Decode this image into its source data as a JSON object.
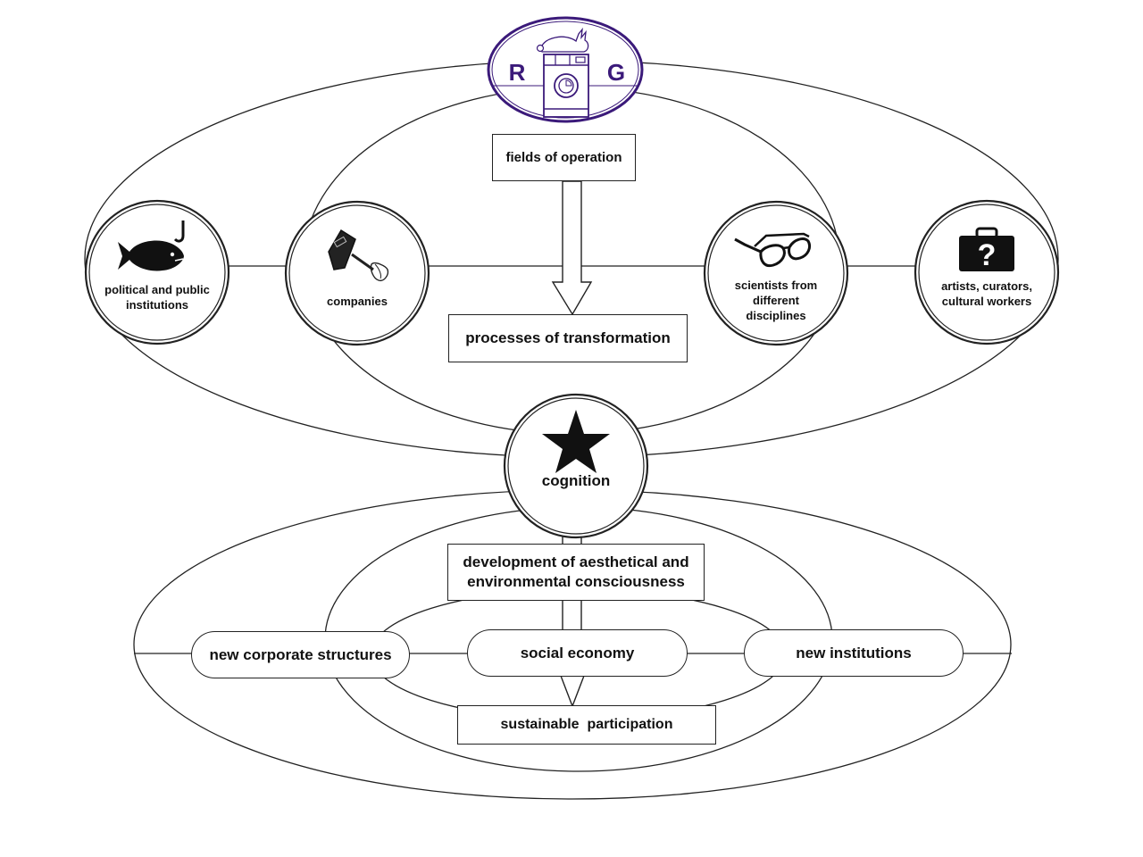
{
  "logo": {
    "left_letter": "R",
    "right_letter": "G",
    "icon": "rabbit-on-washing-machine-icon",
    "color": "#3b1a7a"
  },
  "top_flow": {
    "fields_of_operation": "fields of operation",
    "processes_of_transformation": "processes of transformation"
  },
  "actors": [
    {
      "label_line1": "political and public",
      "label_line2": "institutions",
      "icon": "fish-hook-icon"
    },
    {
      "label_line1": "companies",
      "label_line2": "",
      "icon": "hand-mixer-icon"
    },
    {
      "label_line1": "scientists from",
      "label_line2": "different",
      "label_line3": "disciplines",
      "icon": "glasses-icon"
    },
    {
      "label_line1": "artists, curators,",
      "label_line2": "cultural workers",
      "icon": "briefcase-question-icon"
    }
  ],
  "center": {
    "label": "cognition",
    "icon": "star-icon"
  },
  "bottom_flow": {
    "development_line1": "development of aesthetical and",
    "development_line2": "environmental consciousness",
    "sustainable_participation": "sustainable  participation"
  },
  "outcomes": [
    {
      "label": "new corporate structures"
    },
    {
      "label": "social economy"
    },
    {
      "label": "new institutions"
    }
  ],
  "colors": {
    "line": "#222222",
    "logo_purple": "#3b1a7a",
    "background": "#ffffff"
  }
}
